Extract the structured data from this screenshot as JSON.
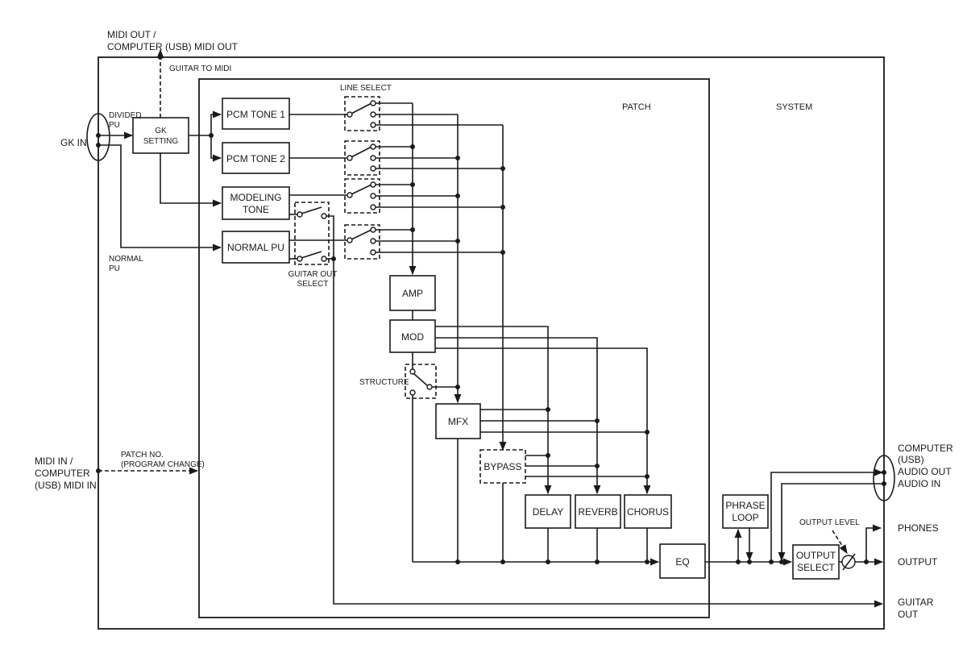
{
  "top": {
    "midi_out_line1": "MIDI OUT /",
    "midi_out_line2": "COMPUTER (USB) MIDI OUT",
    "guitar_to_midi": "GUITAR TO MIDI"
  },
  "sections": {
    "patch": "PATCH",
    "system": "SYSTEM"
  },
  "inputs": {
    "gk_in": "GK IN",
    "divided_pu_1": "DIVIDED",
    "divided_pu_2": "PU",
    "normal_pu_1": "NORMAL",
    "normal_pu_2": "PU",
    "midi_in_1": "MIDI IN /",
    "midi_in_2": "COMPUTER",
    "midi_in_3": "(USB) MIDI IN",
    "patch_no_1": "PATCH NO.",
    "patch_no_2": "(PROGRAM CHANGE)"
  },
  "blocks": {
    "gk_setting_1": "GK",
    "gk_setting_2": "SETTING",
    "pcm_tone_1": "PCM TONE 1",
    "pcm_tone_2": "PCM TONE 2",
    "modeling_tone_1": "MODELING",
    "modeling_tone_2": "TONE",
    "normal_pu": "NORMAL PU",
    "amp": "AMP",
    "mod": "MOD",
    "mfx": "MFX",
    "bypass": "BYPASS",
    "delay": "DELAY",
    "reverb": "REVERB",
    "chorus": "CHORUS",
    "eq": "EQ",
    "phrase_loop_1": "PHRASE",
    "phrase_loop_2": "LOOP",
    "output_select_1": "OUTPUT",
    "output_select_2": "SELECT"
  },
  "switch_labels": {
    "line_select": "LINE SELECT",
    "guitar_out_select_1": "GUITAR OUT",
    "guitar_out_select_2": "SELECT",
    "structure": "STRUCTURE",
    "output_level": "OUTPUT LEVEL"
  },
  "outputs": {
    "computer_usb_1": "COMPUTER",
    "computer_usb_2": "(USB)",
    "audio_out": "AUDIO OUT",
    "audio_in": "AUDIO IN",
    "phones": "PHONES",
    "output": "OUTPUT",
    "guitar_out_1": "GUITAR",
    "guitar_out_2": "OUT"
  }
}
